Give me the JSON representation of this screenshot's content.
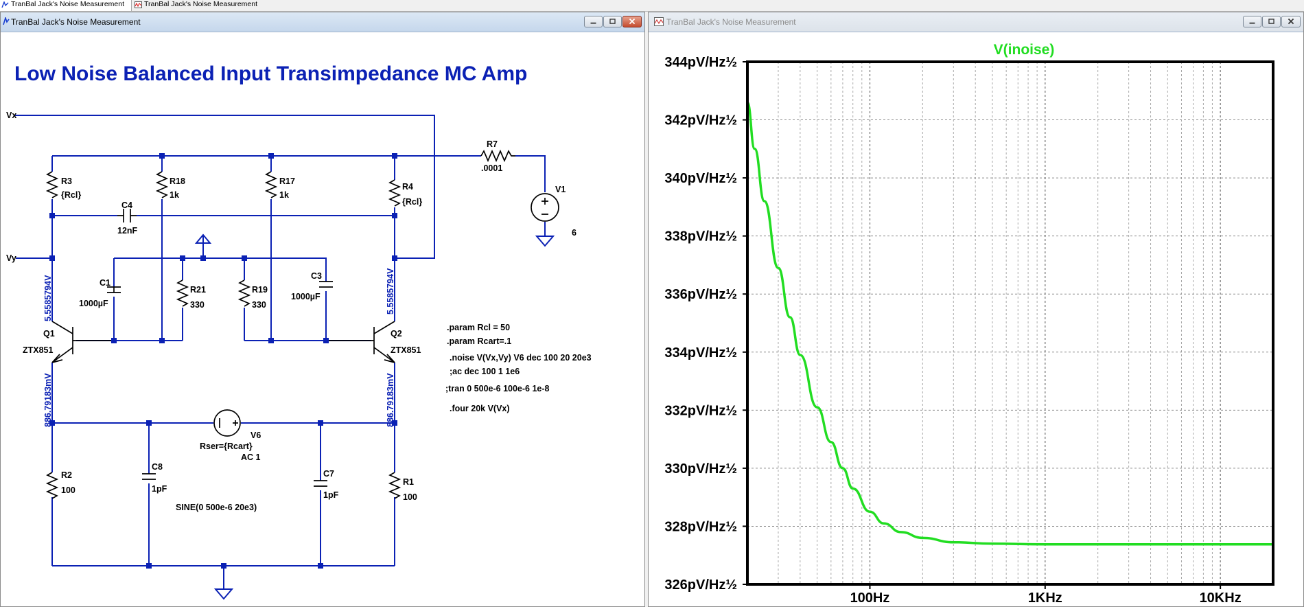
{
  "tabs": [
    {
      "label": "TranBal Jack's Noise Measurement",
      "icon": "schematic-icon"
    },
    {
      "label": "TranBal Jack's Noise Measurement",
      "icon": "waveform-icon"
    }
  ],
  "left_window": {
    "title": "TranBal Jack's Noise Measurement",
    "heading": "Low Noise Balanced Input Transimpedance MC Amp",
    "components": {
      "r3": {
        "name": "R3",
        "value": "{Rcl}"
      },
      "r18": {
        "name": "R18",
        "value": "1k"
      },
      "r17": {
        "name": "R17",
        "value": "1k"
      },
      "r4": {
        "name": "R4",
        "value": "{Rcl}"
      },
      "r7": {
        "name": "R7",
        "value": ".0001"
      },
      "v1": {
        "name": "V1",
        "value": "6"
      },
      "c4": {
        "name": "C4",
        "value": "12nF"
      },
      "c1": {
        "name": "C1",
        "value": "1000µF"
      },
      "r21": {
        "name": "R21",
        "value": "330"
      },
      "r19": {
        "name": "R19",
        "value": "330"
      },
      "c3": {
        "name": "C3",
        "value": "1000µF"
      },
      "q1": {
        "name": "Q1",
        "value": "ZTX851"
      },
      "q2": {
        "name": "Q2",
        "value": "ZTX851"
      },
      "v6": {
        "name": "V6",
        "rser": "Rser={Rcart}",
        "ac": "AC 1",
        "sine": "SINE(0 500e-6 20e3)"
      },
      "c8": {
        "name": "C8",
        "value": "1pF"
      },
      "c7": {
        "name": "C7",
        "value": "1pF"
      },
      "r2": {
        "name": "R2",
        "value": "100"
      },
      "r1": {
        "name": "R1",
        "value": "100"
      }
    },
    "nets": {
      "vx": "Vx",
      "vy": "Vy"
    },
    "node_voltages": {
      "left_collector": "5.5585794V",
      "right_collector": "5.5585794V",
      "left_emitter": "886.79183mV",
      "right_emitter": "886.79183mV"
    },
    "directives": [
      ".param Rcl = 50",
      ".param Rcart=.1",
      ".noise V(Vx,Vy) V6 dec 100 20 20e3",
      ";ac dec 100 1 1e6",
      ";tran 0 500e-6 100e-6 1e-8",
      ".four 20k V(Vx)"
    ],
    "colors": {
      "wire": "#0b21b4",
      "heading": "#0b21b4"
    }
  },
  "right_window": {
    "title": "TranBal Jack's Noise Measurement",
    "chart_data": {
      "type": "line",
      "title": "V(inoise)",
      "x_scale": "log",
      "xlim": [
        20,
        20000
      ],
      "x_tick_labels": [
        {
          "value": 100,
          "label": "100Hz"
        },
        {
          "value": 1000,
          "label": "1KHz"
        },
        {
          "value": 10000,
          "label": "10KHz"
        }
      ],
      "ylim": [
        326,
        344
      ],
      "y_unit": "pV/Hz½",
      "y_tick_labels": [
        "326pV/Hz½",
        "328pV/Hz½",
        "330pV/Hz½",
        "332pV/Hz½",
        "334pV/Hz½",
        "336pV/Hz½",
        "338pV/Hz½",
        "340pV/Hz½",
        "342pV/Hz½",
        "344pV/Hz½"
      ],
      "grid": true,
      "series": [
        {
          "name": "V(inoise)",
          "color": "#22dd22",
          "x": [
            20,
            22,
            25,
            30,
            35,
            40,
            50,
            60,
            70,
            80,
            100,
            120,
            150,
            200,
            300,
            500,
            1000,
            20000
          ],
          "y": [
            342.6,
            341.0,
            339.2,
            336.9,
            335.2,
            333.9,
            332.1,
            330.9,
            330.0,
            329.3,
            328.5,
            328.1,
            327.8,
            327.6,
            327.45,
            327.4,
            327.38,
            327.38
          ]
        }
      ]
    }
  }
}
